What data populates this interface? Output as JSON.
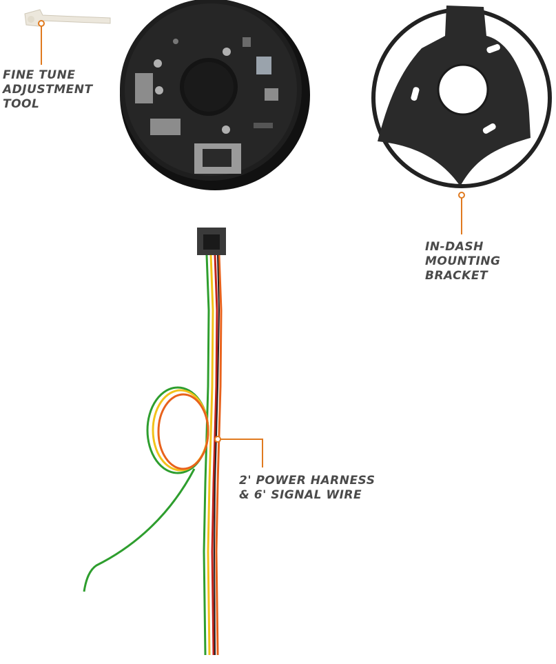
{
  "callouts": {
    "tool": {
      "lines": [
        "FINE TUNE",
        "ADJUSTMENT",
        "TOOL"
      ]
    },
    "bracket": {
      "lines": [
        "IN-DASH",
        "MOUNTING",
        "BRACKET"
      ]
    },
    "harness": {
      "lines": [
        "2' POWER HARNESS",
        "& 6' SIGNAL WIRE"
      ]
    }
  },
  "colors": {
    "callout_line": "#e07a1f",
    "callout_text": "#4a4a4a",
    "gauge_body": "#1c1c1c",
    "bracket": "#222222",
    "tool": "#ece7dc",
    "wire_green": "#2e9e2e",
    "wire_yellow": "#f2c21a",
    "wire_orange": "#e8621c",
    "wire_red": "#c0241c",
    "wire_black": "#222222"
  }
}
